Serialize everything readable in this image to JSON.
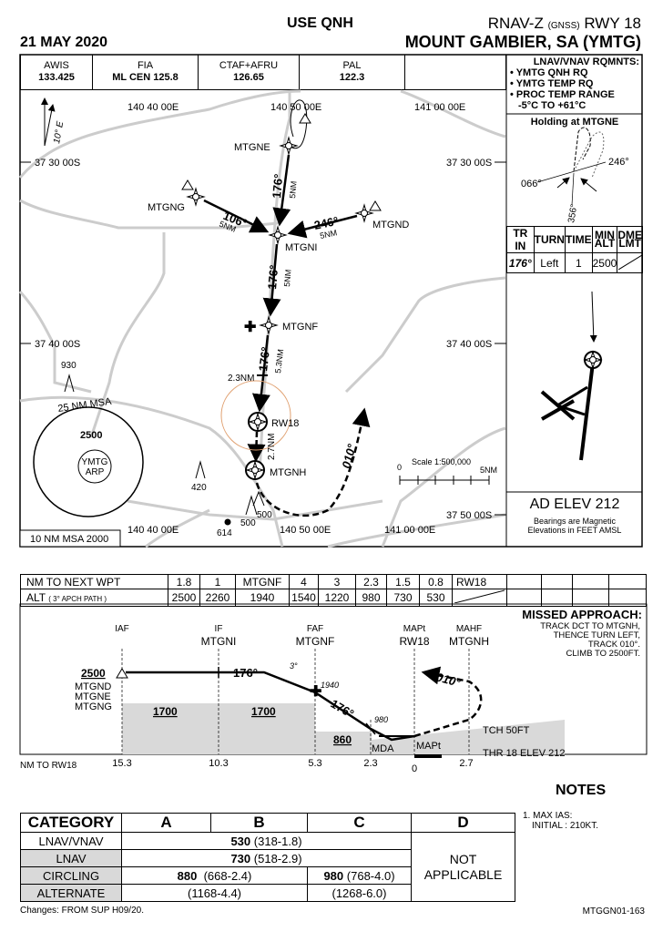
{
  "header": {
    "use_qnh": "USE QNH",
    "procedure": "RNAV-Z",
    "gnss": "(GNSS)",
    "runway": "RWY 18",
    "date": "21 MAY 2020",
    "airport": "MOUNT GAMBIER, SA (YMTG)"
  },
  "comms": [
    {
      "name": "AWIS",
      "freq": "133.425"
    },
    {
      "name": "FIA",
      "freq": "ML CEN 125.8"
    },
    {
      "name": "CTAF+AFRU",
      "freq": "126.65"
    },
    {
      "name": "PAL",
      "freq": "122.3"
    }
  ],
  "requirements": {
    "title": "LNAV/VNAV RQMNTS:",
    "items": [
      "YMTG QNH RQ",
      "YMTG TEMP RQ",
      "PROC TEMP RANGE"
    ],
    "temp_range": "-5°C TO +61°C"
  },
  "holding": {
    "title": "Holding at  MTGNE",
    "bearings": [
      "246°",
      "066°",
      "356°"
    ],
    "table_headers": [
      "TR IN",
      "TURN",
      "TIME",
      "MIN ALT",
      "DME LMT"
    ],
    "values": [
      "176°",
      "Left",
      "1",
      "2500"
    ]
  },
  "map": {
    "lon_labels": [
      "140 40 00E",
      "140 50 00E",
      "141 00 00E"
    ],
    "lat_labels": [
      "37 30 00S",
      "37 40 00S",
      "37 50 00S"
    ],
    "variation": "10° E",
    "waypoints": [
      "MTGNE",
      "MTGNG",
      "MTGNI",
      "MTGND",
      "MTGNF",
      "RW18",
      "MTGNH"
    ],
    "legs": {
      "ne_ni": "176°",
      "ne_ni_dist": "5NM",
      "ng_ni": "106°",
      "ng_ni_dist": "5NM",
      "nd_ni": "246°",
      "nd_ni_dist": "5NM",
      "ni_nf": "176°",
      "ni_nf_dist": "5NM",
      "nf_rw": "176°",
      "nf_rw_dist": "5.3NM",
      "fix_dist": "2.3NM",
      "rw_nh_dist": "2.7NM",
      "missed": "010°"
    },
    "msa": {
      "label": "25 NM MSA",
      "alt": "2500",
      "center": "YMTG",
      "center2": "ARP",
      "ten_nm": "10 NM MSA 2000"
    },
    "obstacles": [
      "930",
      "420",
      "500",
      "500",
      "614"
    ],
    "scale": {
      "label": "Scale 1:500,000",
      "zero": "0",
      "end": "5NM"
    },
    "ad_elev": "AD ELEV 212",
    "note1": "Bearings are Magnetic",
    "note2": "Elevations in FEET AMSL"
  },
  "profile_table": {
    "row1_label": "NM TO NEXT WPT",
    "row1": [
      "1.8",
      "1",
      "MTGNF",
      "4",
      "3",
      "2.3",
      "1.5",
      "0.8",
      "RW18"
    ],
    "row2_label": "ALT",
    "row2_sub": "( 3° APCH PATH )",
    "row2": [
      "2500",
      "2260",
      "1940",
      "1540",
      "1220",
      "980",
      "730",
      "530"
    ]
  },
  "profile": {
    "fixes": [
      {
        "role": "IAF",
        "name": ""
      },
      {
        "role": "IF",
        "name": "MTGNI"
      },
      {
        "role": "FAF",
        "name": "MTGNF"
      },
      {
        "role": "MAPt",
        "name": "RW18"
      },
      {
        "role": "MAHF",
        "name": "MTGNH"
      }
    ],
    "alt": "2500",
    "iaf_names": [
      "MTGND",
      "MTGNE",
      "MTGNG"
    ],
    "msa_blocks": [
      "1700",
      "1700",
      "860"
    ],
    "track": "176°",
    "angle": "3°",
    "faf_alt": "1940",
    "alt_980": "980",
    "missed_track": "010°",
    "mda": "MDA",
    "mapt": "MAPt",
    "tch": "TCH 50FT",
    "thr": "THR 18 ELEV 212",
    "dist_label": "NM TO RW18",
    "distances": [
      "15.3",
      "10.3",
      "5.3",
      "2.3",
      "0",
      "2.7"
    ],
    "missed_title": "MISSED APPROACH:",
    "missed_text": [
      "TRACK DCT TO MTGNH,",
      "THENCE TURN LEFT,",
      "TRACK 010°.",
      "CLIMB TO 2500FT."
    ]
  },
  "notes": {
    "title": "NOTES",
    "items": [
      "1. MAX IAS:",
      "INITIAL  : 210KT."
    ]
  },
  "minima": {
    "headers": [
      "CATEGORY",
      "A",
      "B",
      "C",
      "D"
    ],
    "rows": [
      {
        "label": "LNAV/VNAV",
        "val": "530",
        "sub": "(318-1.8)"
      },
      {
        "label": "LNAV",
        "val": "730",
        "sub": "(518-2.9)"
      },
      {
        "label": "CIRCLING",
        "ab": "880",
        "ab_sub": "(668-2.4)",
        "c": "980",
        "c_sub": "(768-4.0)"
      },
      {
        "label": "ALTERNATE",
        "ab_sub": "(1168-4.4)",
        "c_sub": "(1268-6.0)"
      }
    ],
    "d_text": [
      "NOT",
      "APPLICABLE"
    ]
  },
  "footer": {
    "changes": "Changes: FROM SUP H09/20.",
    "code": "MTGGN01-163"
  }
}
